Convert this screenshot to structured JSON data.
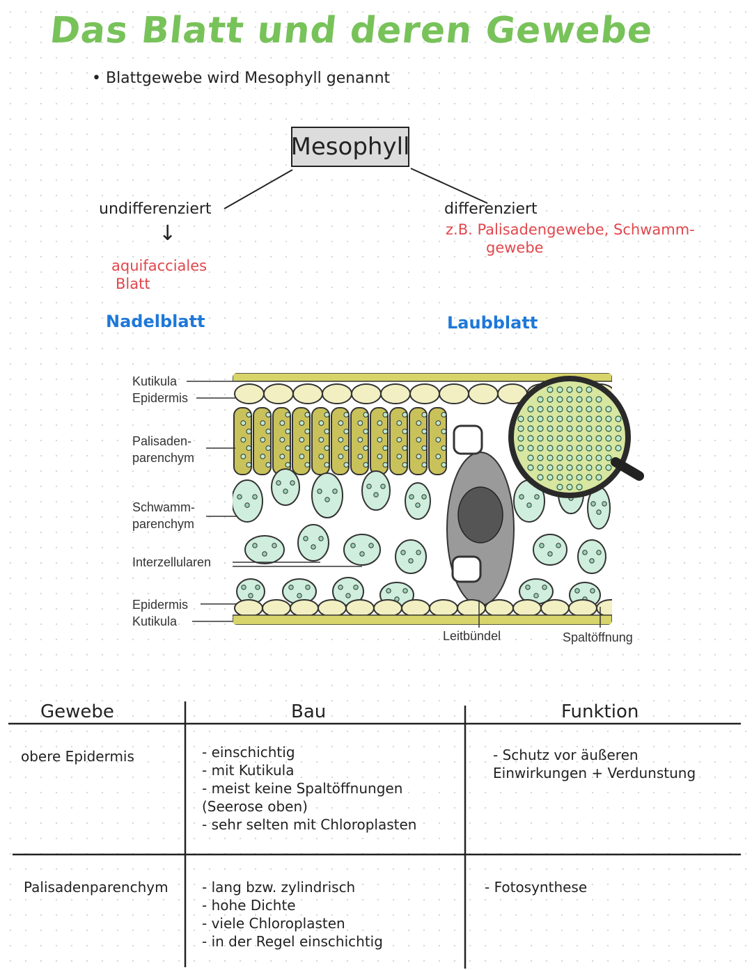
{
  "colors": {
    "green": "#78c25a",
    "red": "#e0474c",
    "blue": "#1e78d8",
    "leaf_cell": "#cfeedd",
    "palisade": "#c9c25a"
  },
  "title": "Das Blatt und deren Gewebe",
  "subtitle": "• Blattgewebe wird Mesophyll genannt",
  "tree": {
    "root": "Mesophyll",
    "left": {
      "label": "undifferenziert",
      "arrow": "↓",
      "red_line1": "aquifacciales",
      "red_line2": "Blatt",
      "example": "Nadelblatt"
    },
    "right": {
      "label": "differenziert",
      "red_line1": "z.B. Palisadengewebe, Schwamm-",
      "red_line2": "gewebe",
      "example": "Laubblatt"
    }
  },
  "diagram": {
    "labels_left": [
      {
        "text": "Kutikula"
      },
      {
        "text": "Epidermis"
      },
      {
        "text": "Palisaden-"
      },
      {
        "text": "parenchym"
      },
      {
        "text": "Schwamm-"
      },
      {
        "text": "parenchym"
      },
      {
        "text": "Interzellularen"
      },
      {
        "text": "Epidermis"
      },
      {
        "text": "Kutikula"
      }
    ],
    "label_leitbuendel": "Leitbündel",
    "label_spaltoeffnung": "Spaltöffnung"
  },
  "table": {
    "headers": [
      "Gewebe",
      "Bau",
      "Funktion"
    ],
    "rows": [
      {
        "gewebe": "obere Epidermis",
        "bau": [
          "- einschichtig",
          "- mit Kutikula",
          "- meist keine Spaltöffnungen",
          "  (Seerose oben)",
          "- sehr selten mit Chloroplasten"
        ],
        "funktion": [
          "- Schutz vor äußeren",
          "  Einwirkungen + Verdunstung"
        ]
      },
      {
        "gewebe": "Palisadenparenchym",
        "bau": [
          "- lang bzw. zylindrisch",
          "- hohe Dichte",
          "- viele Chloroplasten",
          "- in der Regel einschichtig"
        ],
        "funktion": [
          "- Fotosynthese"
        ]
      }
    ]
  }
}
